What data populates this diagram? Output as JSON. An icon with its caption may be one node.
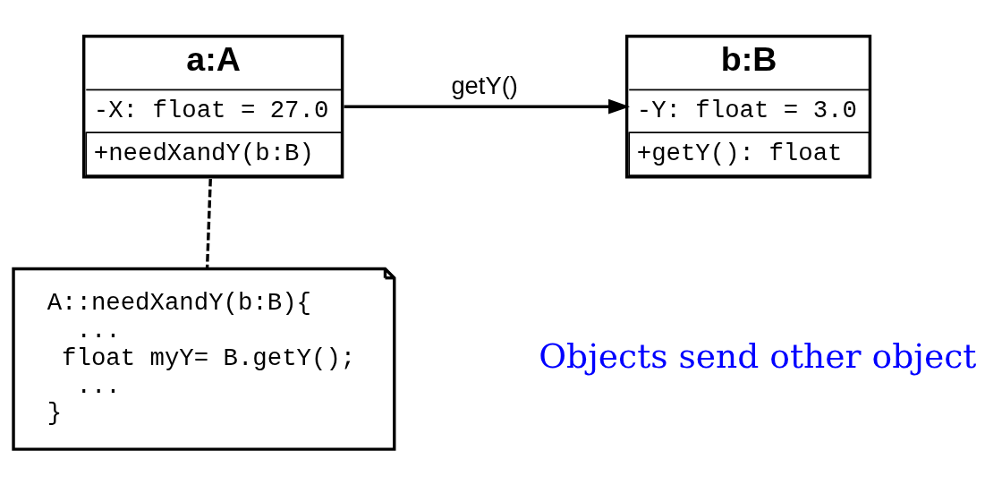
{
  "diagram": {
    "nodes": [
      {
        "text": [
          "a:A",
          "-X: float = 27.0",
          "+needXandY(b:B)"
        ]
      },
      {
        "text": [
          "b:B",
          "-Y: float = 3.0",
          "+getY(): float"
        ]
      },
      {
        "text": [
          "A::needXandY(b:B){",
          "...",
          "float myY= B.getY();",
          "...",
          "}"
        ]
      }
    ],
    "edges": [
      {
        "from": 0,
        "to": 1,
        "arrow": "to",
        "label": "getY()"
      },
      {
        "from": 0,
        "to": 2,
        "arrow": "none",
        "style": "dashed"
      }
    ],
    "labels": [
      "Objects send other object"
    ]
  }
}
